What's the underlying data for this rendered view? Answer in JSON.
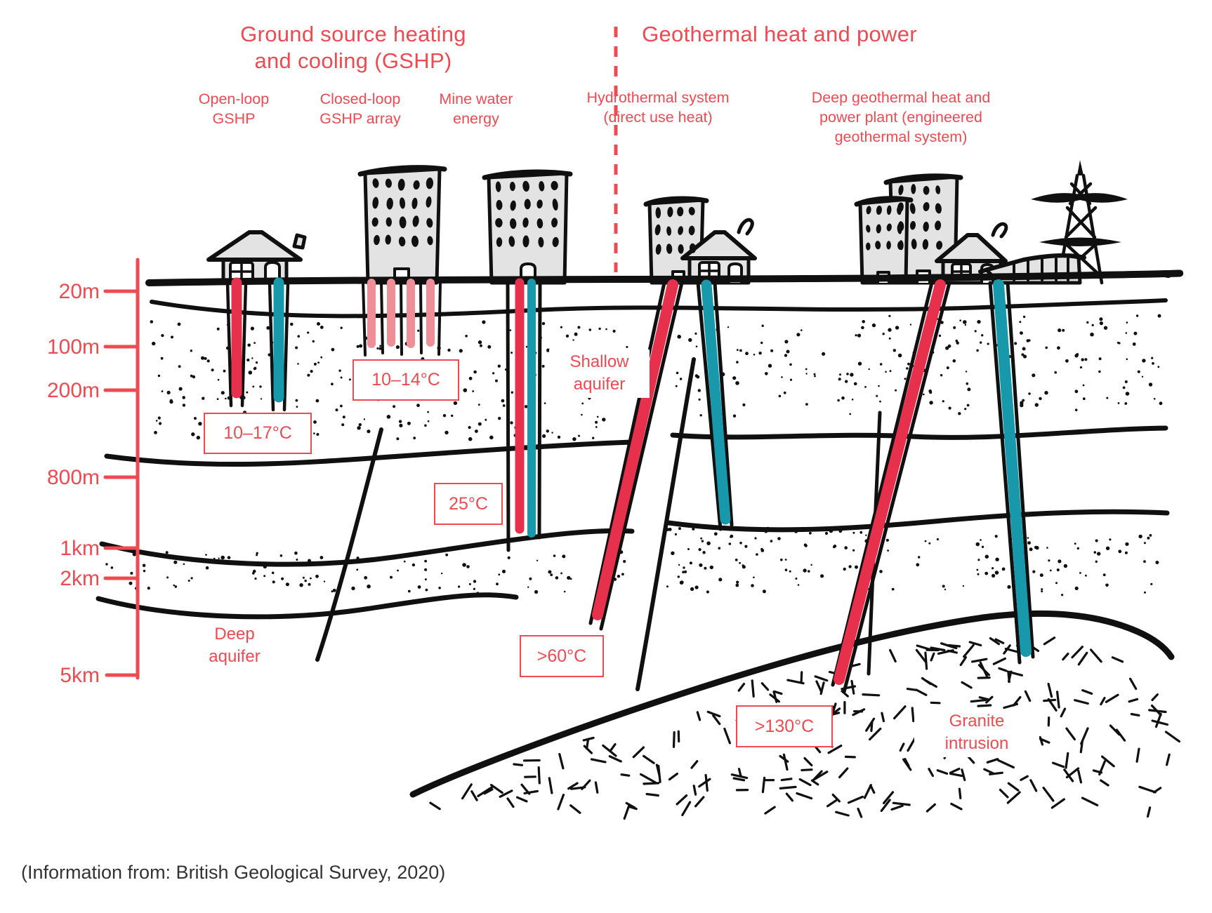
{
  "titles": {
    "left": "Ground source heating\nand cooling (GSHP)",
    "right": "Geothermal heat and power"
  },
  "systems": {
    "open_loop": "Open-loop\nGSHP",
    "closed_loop": "Closed-loop\nGSHP array",
    "mine_water": "Mine water\nenergy",
    "hydrothermal": "Hydrothermal system\n(direct use heat)",
    "deep_geothermal": "Deep geothermal heat and\npower plant (engineered\ngeothermal system)"
  },
  "depth_scale": {
    "labels": [
      "20m",
      "100m",
      "200m",
      "800m",
      "1km",
      "2km",
      "5km"
    ]
  },
  "temperatures": {
    "closed_loop": "10–14°C",
    "open_loop": "10–17°C",
    "mine_water": "25°C",
    "hydrothermal": ">60°C",
    "deep_geothermal": ">130°C"
  },
  "geology": {
    "shallow_aquifer": "Shallow\naquifer",
    "deep_aquifer": "Deep\naquifer",
    "granite_intrusion": "Granite\nintrusion"
  },
  "caption": "(Information from: British Geological Survey, 2020)",
  "colors": {
    "accent_red": "#ee4a51",
    "pipe_red": "#e7304b",
    "pipe_pink": "#f08e98",
    "pipe_teal": "#1899ab",
    "building_grey": "#e3e3e3",
    "ink": "#101010"
  }
}
